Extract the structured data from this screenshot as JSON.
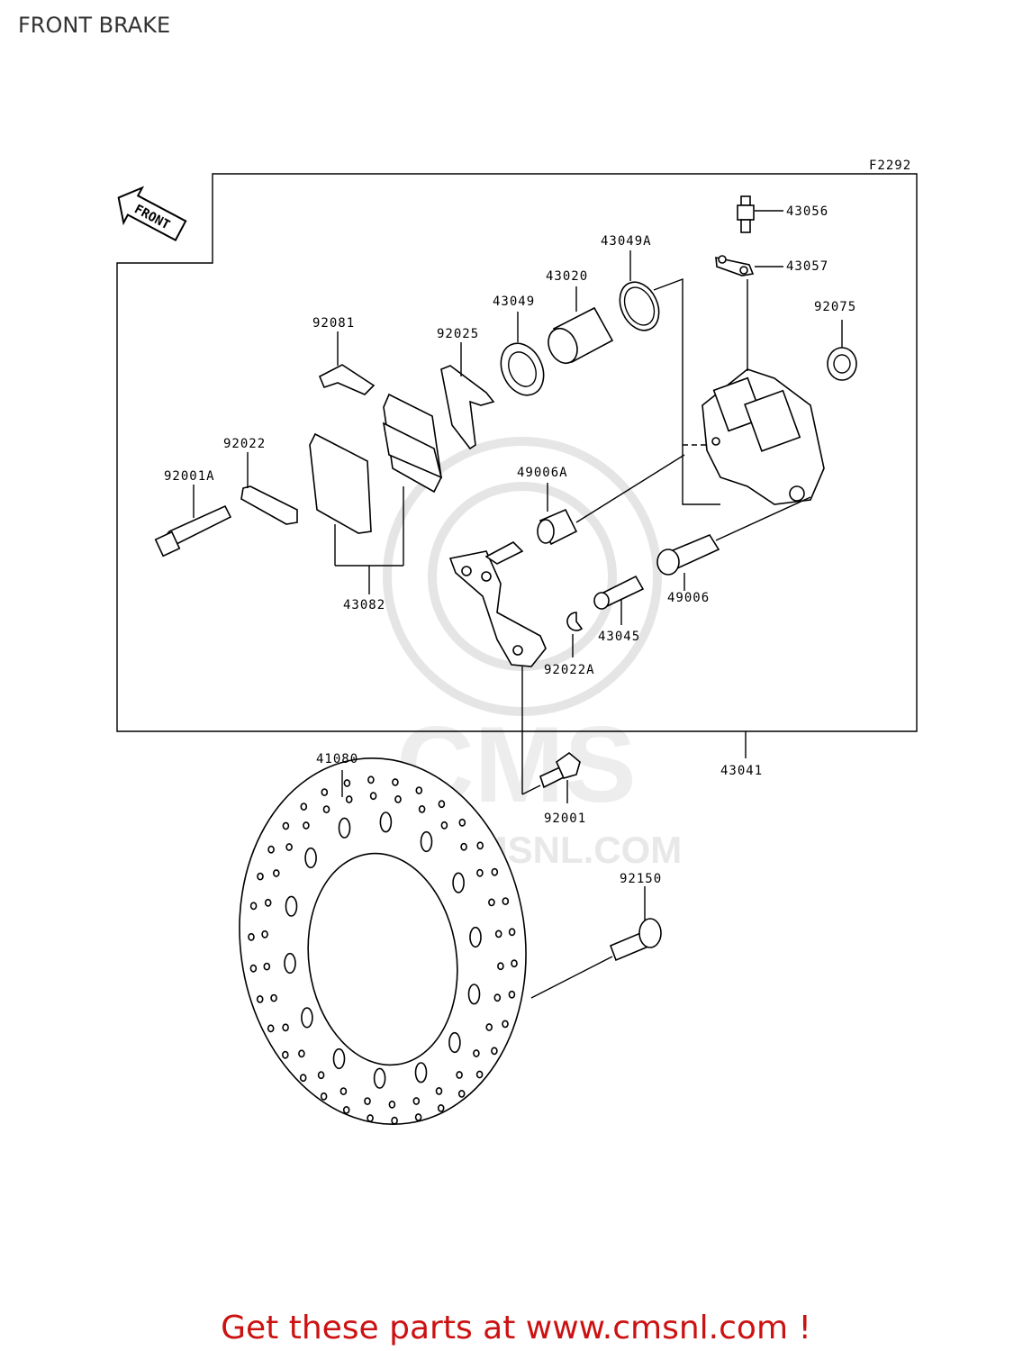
{
  "page": {
    "title": "FRONT BRAKE",
    "footer": "Get these parts at www.cmsnl.com !"
  },
  "diagram": {
    "ref_code": "F2292",
    "front_arrow_label": "FRONT",
    "watermark": {
      "brand": "CMS",
      "url": "WWW.CMSNL.COM"
    },
    "parts": [
      {
        "id": "43056"
      },
      {
        "id": "43057"
      },
      {
        "id": "43049A"
      },
      {
        "id": "43020"
      },
      {
        "id": "43049"
      },
      {
        "id": "92075"
      },
      {
        "id": "92081"
      },
      {
        "id": "92025"
      },
      {
        "id": "92022"
      },
      {
        "id": "92001A"
      },
      {
        "id": "49006A"
      },
      {
        "id": "43082"
      },
      {
        "id": "49006"
      },
      {
        "id": "43045"
      },
      {
        "id": "92022A"
      },
      {
        "id": "41080"
      },
      {
        "id": "43041"
      },
      {
        "id": "92001"
      },
      {
        "id": "92150"
      }
    ]
  }
}
